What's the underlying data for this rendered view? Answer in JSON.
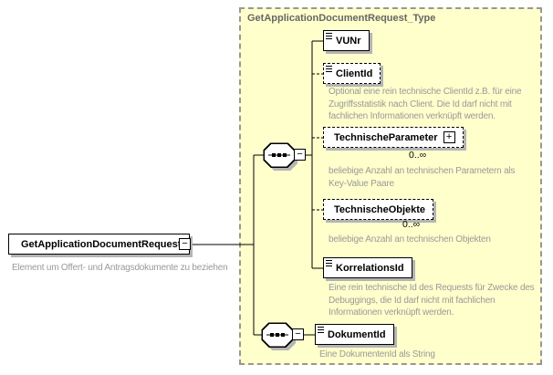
{
  "diagram": {
    "type_box": {
      "title": "GetApplicationDocumentRequest_Type"
    },
    "root": {
      "name": "GetApplicationDocumentRequest",
      "annotation": "Element um Offert- und Antragsdokumente zu beziehen"
    },
    "compositors": [
      {
        "kind": "sequence"
      },
      {
        "kind": "sequence"
      }
    ],
    "icons": {
      "collapse": "−",
      "expand": "+"
    },
    "elements": [
      {
        "name": "VUNr",
        "optional": false,
        "occurrence": "",
        "annotation": ""
      },
      {
        "name": "ClientId",
        "optional": true,
        "occurrence": "",
        "annotation": "Optional eine rein technische ClientId z.B. für eine\nZugriffsstatistik nach Client. Die Id darf nicht mit\nfachlichen Informationen verknüpft werden."
      },
      {
        "name": "TechnischeParameter",
        "optional": true,
        "occurrence": "0..∞",
        "annotation": "beliebige Anzahl an technischen Parametern als\nKey-Value Paare"
      },
      {
        "name": "TechnischeObjekte",
        "optional": true,
        "occurrence": "0..∞",
        "annotation": "beliebige Anzahl an technischen Objekten"
      },
      {
        "name": "KorrelationsId",
        "optional": false,
        "occurrence": "",
        "annotation": "Eine rein technische Id des Requests für Zwecke des\nDebuggings, die Id darf nicht mit fachlichen\nInformationen verknüpft werden."
      },
      {
        "name": "DokumentId",
        "optional": false,
        "occurrence": "",
        "annotation": "Eine DokumentenId als String"
      }
    ],
    "colors": {
      "container_background": "#FFFFCC",
      "container_border": "#979797",
      "title_text": "#666666",
      "annotation_text": "#999999",
      "element_border": "#000000",
      "element_background": "#FFFFFF",
      "shadow": "#B4B4B4"
    }
  }
}
